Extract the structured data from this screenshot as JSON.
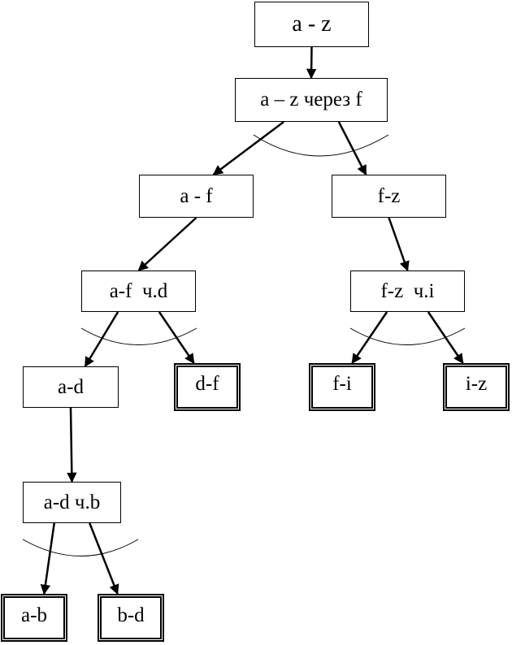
{
  "diagram": {
    "nodes": [
      {
        "id": "n1",
        "label": "a - z"
      },
      {
        "id": "n2",
        "label": "a – z через f"
      },
      {
        "id": "n3",
        "label": "a - f"
      },
      {
        "id": "n4",
        "label": "f-z"
      },
      {
        "id": "n5",
        "label": "a-f  ч.d"
      },
      {
        "id": "n6",
        "label": "f-z  ч.i"
      },
      {
        "id": "n7",
        "label": "a-d"
      },
      {
        "id": "n8",
        "label": "d-f"
      },
      {
        "id": "n9",
        "label": "f-i"
      },
      {
        "id": "n10",
        "label": "i-z"
      },
      {
        "id": "n11",
        "label": "a-d ч.b"
      },
      {
        "id": "n12",
        "label": "a-b"
      },
      {
        "id": "n13",
        "label": "b-d"
      }
    ],
    "edges": [
      {
        "from": "n1",
        "to": "n2"
      },
      {
        "from": "n2",
        "to": "n3"
      },
      {
        "from": "n2",
        "to": "n4"
      },
      {
        "from": "n3",
        "to": "n5"
      },
      {
        "from": "n4",
        "to": "n6"
      },
      {
        "from": "n5",
        "to": "n7"
      },
      {
        "from": "n5",
        "to": "n8"
      },
      {
        "from": "n6",
        "to": "n9"
      },
      {
        "from": "n6",
        "to": "n10"
      },
      {
        "from": "n7",
        "to": "n11"
      },
      {
        "from": "n11",
        "to": "n12"
      },
      {
        "from": "n11",
        "to": "n13"
      }
    ],
    "leaf_nodes": [
      "n8",
      "n9",
      "n10",
      "n12",
      "n13"
    ],
    "colors": {
      "stroke": "#000000",
      "background": "#ffffff"
    }
  }
}
